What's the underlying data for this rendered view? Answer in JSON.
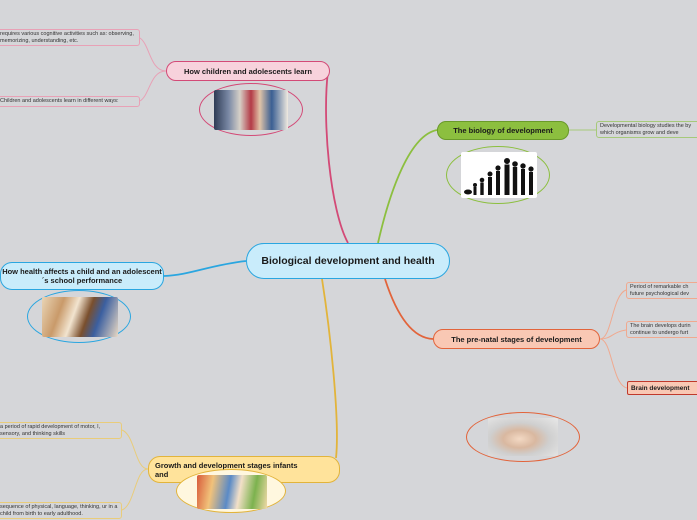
{
  "central": {
    "title": "Biological development and health"
  },
  "branches": {
    "learn": {
      "title": "How children and adolescents learn",
      "color": "#d34a77",
      "notes": [
        "requires various cognitive activities such as: observing, memorizing, understanding, etc.",
        "Children and adolescents learn in different ways:"
      ],
      "image_icon": "children-classroom-photo"
    },
    "bio": {
      "title": "The biology of development",
      "color": "#8cbf3f",
      "notes": [
        "Developmental biology studies the by which organisms grow and deve"
      ],
      "image_icon": "human-growth-silhouettes"
    },
    "health": {
      "title": "How health affects a child and an adolescent´s school performance",
      "color": "#2aa6e0",
      "image_icon": "children-studying-photo"
    },
    "prenatal": {
      "title": "The pre-natal stages of development",
      "color": "#e2643b",
      "notes": [
        "Period of remarkable ch future psychological dev",
        "The brain develops durin continue to undergo furt"
      ],
      "sub_title": "Brain development",
      "image_icon": "sleeping-baby-photo"
    },
    "growth": {
      "title": "Growth and development stages infants and",
      "color": "#e2b43b",
      "notes": [
        "a period of rapid development of motor, l, sensory, and thinking skills",
        "sequence of physical, language, thinking, ur in a child from birth to early adulthood."
      ],
      "image_icon": "child-playing-photo"
    }
  }
}
